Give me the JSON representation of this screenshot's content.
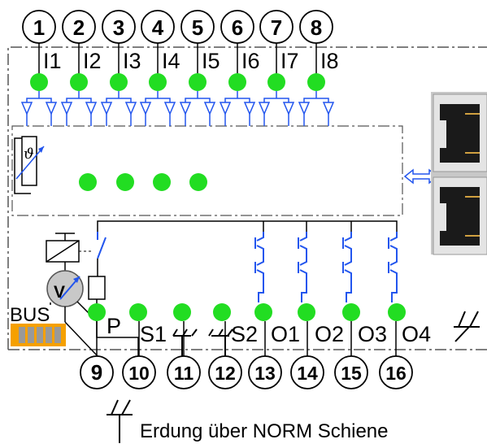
{
  "top_terminals": [
    "1",
    "2",
    "3",
    "4",
    "5",
    "6",
    "7",
    "8"
  ],
  "inputs": [
    "I1",
    "I2",
    "I3",
    "I4",
    "I5",
    "I6",
    "I7",
    "I8"
  ],
  "bottom_terminals": [
    "9",
    "10",
    "11",
    "12",
    "13",
    "14",
    "15",
    "16"
  ],
  "bottom_labels": [
    "P",
    "S1",
    "S2",
    "O1",
    "O2",
    "O3",
    "O4"
  ],
  "bus_label": "BUS",
  "voltmeter_label": "V",
  "temperature_symbol": "ϑ",
  "caption": "Erdung über NORM Schiene",
  "colors": {
    "led": "#22dd22",
    "blue": "#2255ee",
    "line": "#000000",
    "dash": "#555555",
    "bus": "#f5a000"
  }
}
